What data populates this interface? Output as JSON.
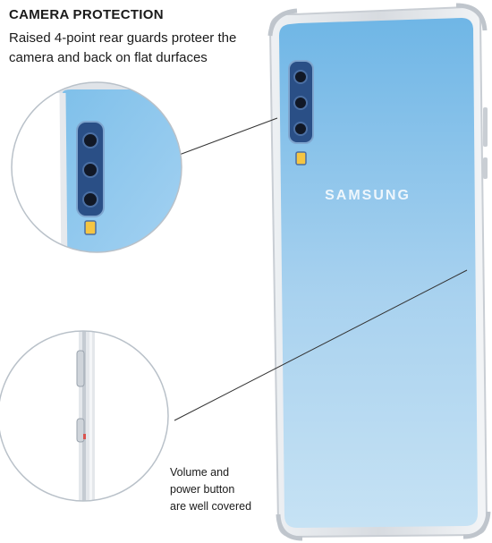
{
  "header": {
    "title": "CAMERA PROTECTION",
    "description": "Raised 4-point rear guards proteer the camera and back on flat durfaces"
  },
  "phone": {
    "brand": "SAMSUNG"
  },
  "callout_side": {
    "lines": [
      "Volume and",
      "power button",
      "are well covered"
    ]
  },
  "colors": {
    "phone_blue": "#6fb6e6",
    "phone_blue_light": "#c6e2f4",
    "case_edge": "#d7dbe0",
    "camera_module": "#2a4f86",
    "flash": "#f5c542",
    "text": "#1a1a1a"
  },
  "icons": {
    "camera_lens": "lens-icon",
    "flash": "flash-icon"
  }
}
